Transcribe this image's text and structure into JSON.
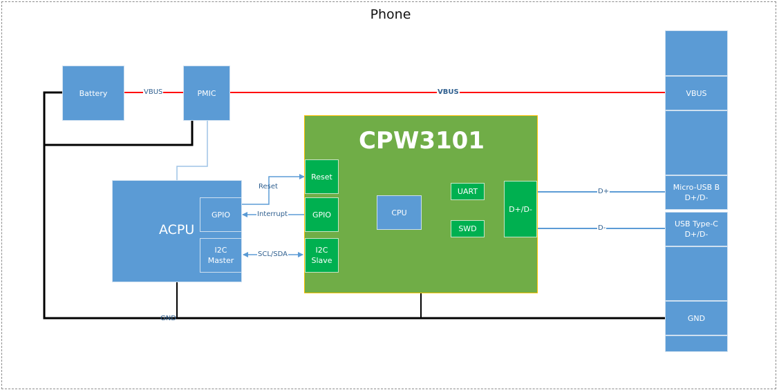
{
  "diagram": {
    "title": "Phone",
    "nodes": {
      "battery": "Battery",
      "pmic": "PMIC",
      "acpu": "ACPU",
      "acpu_gpio": "GPIO",
      "acpu_i2c": "I2C\nMaster",
      "chip_title": "CPW3101",
      "chip_reset": "Reset",
      "chip_gpio": "GPIO",
      "chip_i2c": "I2C\nSlave",
      "chip_cpu": "CPU",
      "chip_uart": "UART",
      "chip_swd": "SWD",
      "chip_dpdm": "D+/D-",
      "conn_vbus": "VBUS",
      "conn_micro": "Micro-USB B\nD+/D-",
      "conn_typec": "USB Type-C\nD+/D-",
      "conn_gnd": "GND"
    },
    "edges": {
      "vbus_batt_pmic": "VBUS",
      "vbus_pmic_conn": "VBUS",
      "reset": "Reset",
      "interrupt": "Interrupt",
      "scl_sda": "SCL/SDA",
      "dplus": "D+",
      "dminus": "D-",
      "gnd": "GND"
    },
    "colors": {
      "blue_block": "#5b9bd5",
      "green_block": "#00b050",
      "chip_fill": "#70ad47",
      "chip_border": "#ffc000",
      "vbus_line": "#ff0000",
      "gnd_line": "#000000",
      "signal_line": "#5b9bd5"
    }
  }
}
